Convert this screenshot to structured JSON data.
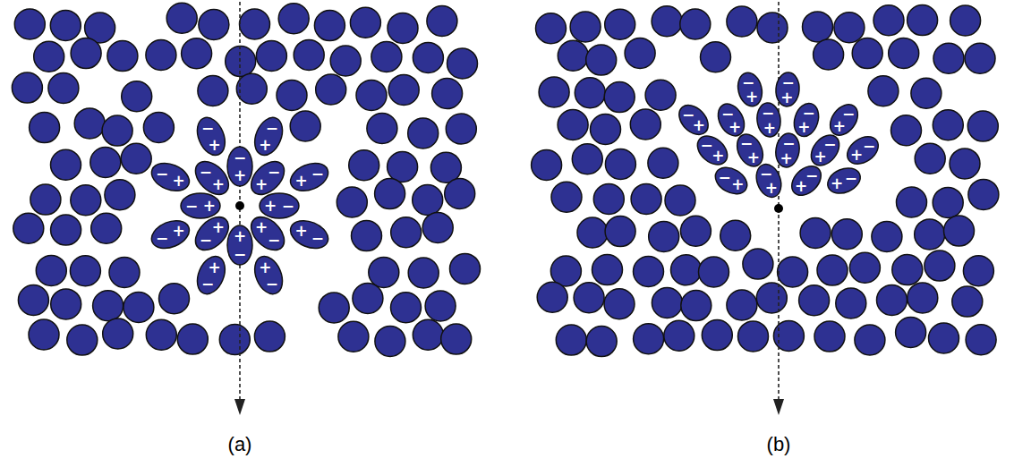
{
  "diagram": {
    "labels": [
      "(a)",
      "(b)",
      "−",
      "+",
      "−",
      "+",
      "−",
      "+",
      "−",
      "+",
      "−",
      "+",
      "−",
      "+",
      "−",
      "+",
      "−",
      "+",
      "−",
      "+",
      "−",
      "+",
      "−",
      "+",
      "−",
      "+",
      "−",
      "+",
      "−",
      "+",
      "−",
      "+",
      "−",
      "+",
      "−",
      "+",
      "−",
      "+",
      "−",
      "+",
      "−",
      "+",
      "−",
      "+",
      "−",
      "+",
      "−",
      "+",
      "−",
      "+",
      "−",
      "+",
      "−",
      "+",
      "−",
      "+",
      "−",
      "+",
      "−",
      "+",
      "−",
      "+",
      "−",
      "+",
      "−",
      "+"
    ]
  }
}
